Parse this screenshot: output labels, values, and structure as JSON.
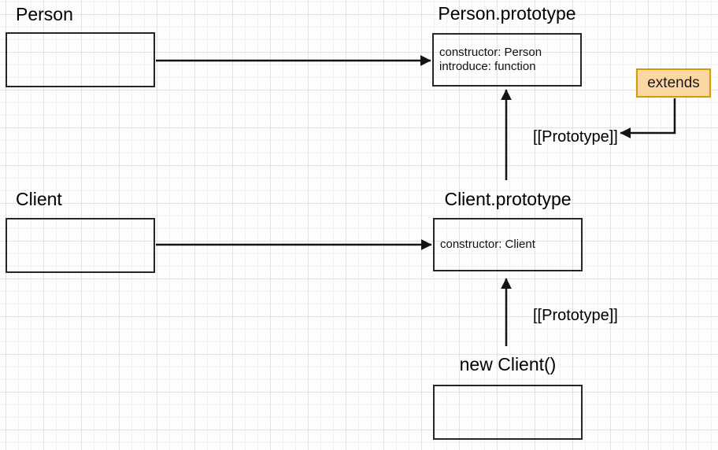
{
  "diagram": {
    "nodes": {
      "person": {
        "label": "Person"
      },
      "person_prototype": {
        "title": "Person.prototype",
        "line1": "constructor: Person",
        "line2": "introduce: function"
      },
      "client": {
        "label": "Client"
      },
      "client_prototype": {
        "title": "Client.prototype",
        "line1": "constructor: Client"
      },
      "new_client": {
        "label": "new Client()"
      }
    },
    "edges": {
      "extends_label": "extends",
      "prototype_label_upper": "[[Prototype]]",
      "prototype_label_lower": "[[Prototype]]"
    },
    "colors": {
      "extends_fill": "#fbd7a3",
      "extends_border": "#d79b00",
      "arrow_line": "#141414",
      "box_border": "#262626",
      "grid_minor": "#f1f1f1",
      "grid_major": "#e2e2e2",
      "background": "#fdfdfd"
    }
  }
}
